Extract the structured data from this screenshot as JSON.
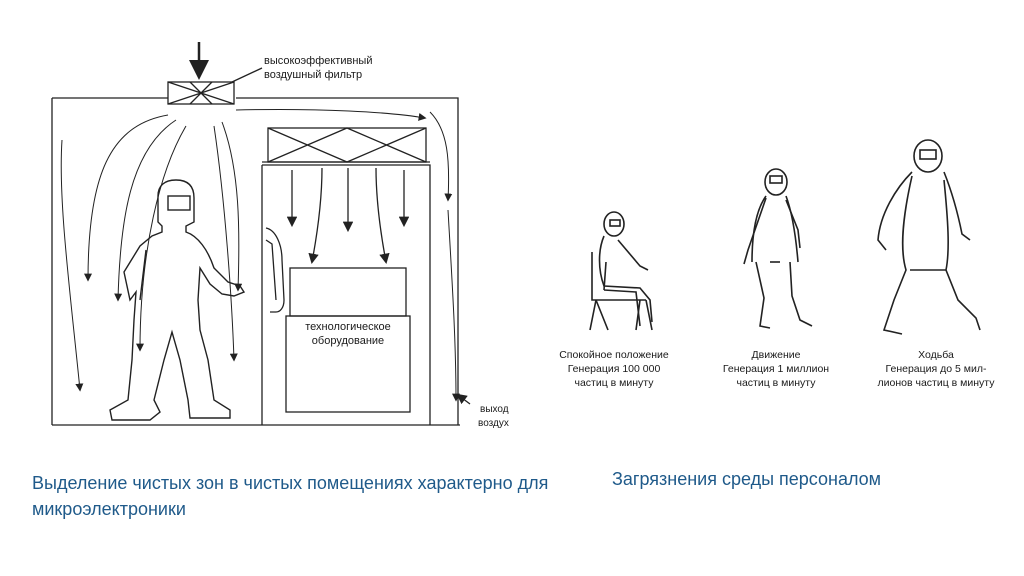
{
  "cleanroom": {
    "filter_label_1": "высокоэффективный",
    "filter_label_2": "воздушный фильтр",
    "equipment_label_1": "технологическое",
    "equipment_label_2": "оборудование",
    "exit_label_1": "выход",
    "exit_label_2": "воздух"
  },
  "personnel": [
    {
      "line1": "Спокойное положение",
      "line2": "Генерация 100 000",
      "line3": "частиц в минуту"
    },
    {
      "line1": "Движение",
      "line2": "Генерация 1 миллион",
      "line3": "частиц в минуту"
    },
    {
      "line1": "Ходьба",
      "line2": "Генерация до 5 мил-",
      "line3": "лионов частиц в минуту"
    }
  ],
  "captions": {
    "left": "Выделение чистых зон в чистых помещениях характерно для микроэлектроники",
    "right": "Загрязнения среды персоналом"
  },
  "colors": {
    "caption": "#1f5a8a",
    "line": "#222222"
  }
}
